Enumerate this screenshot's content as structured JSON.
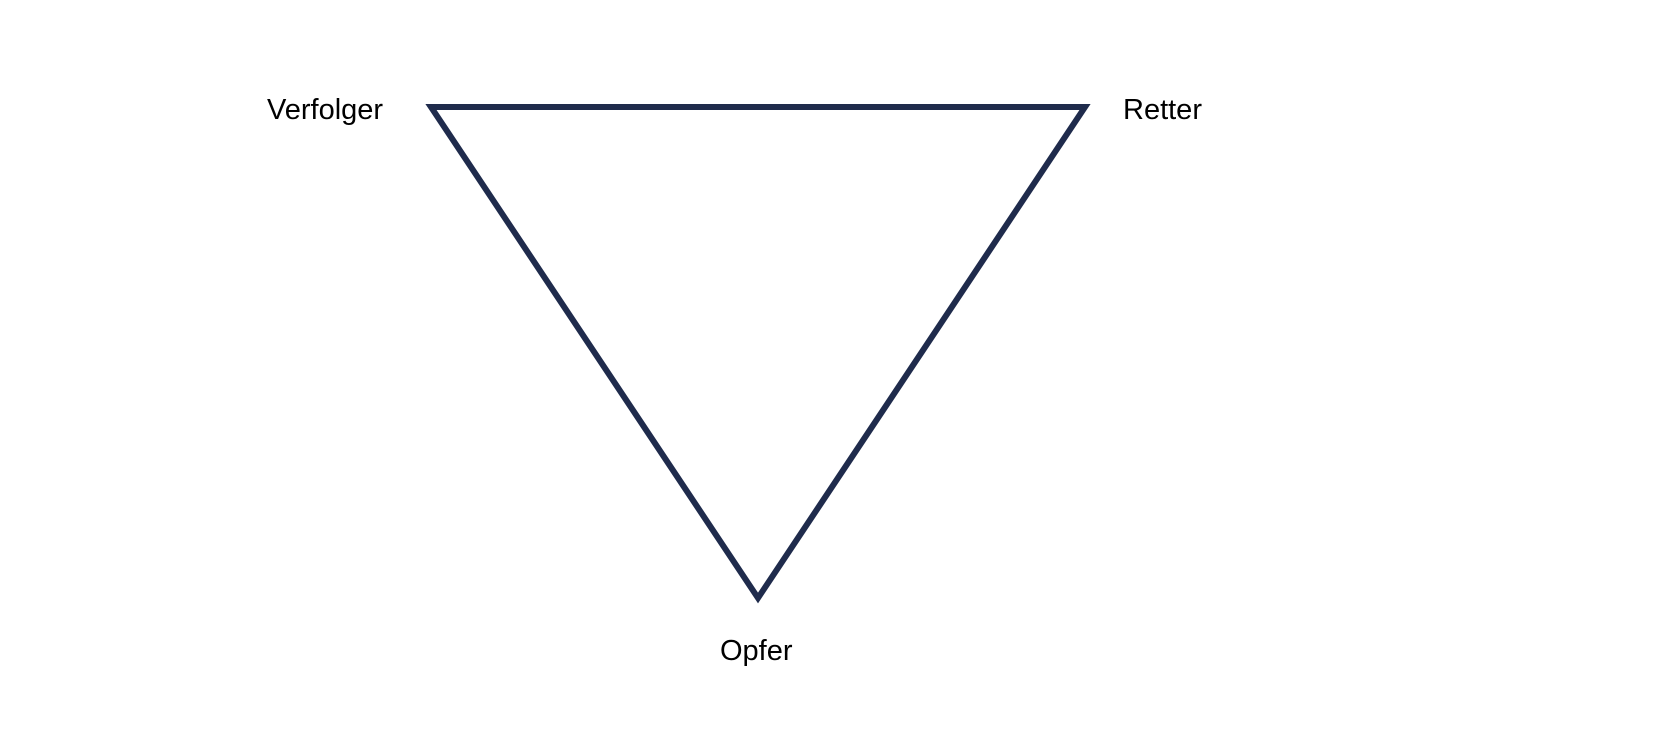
{
  "diagram": {
    "title_roles": {
      "persecutor": "Verfolger",
      "rescuer": "Retter",
      "victim": "Opfer"
    },
    "stroke_color": "#1f2b4c",
    "text_color": "#000000"
  }
}
